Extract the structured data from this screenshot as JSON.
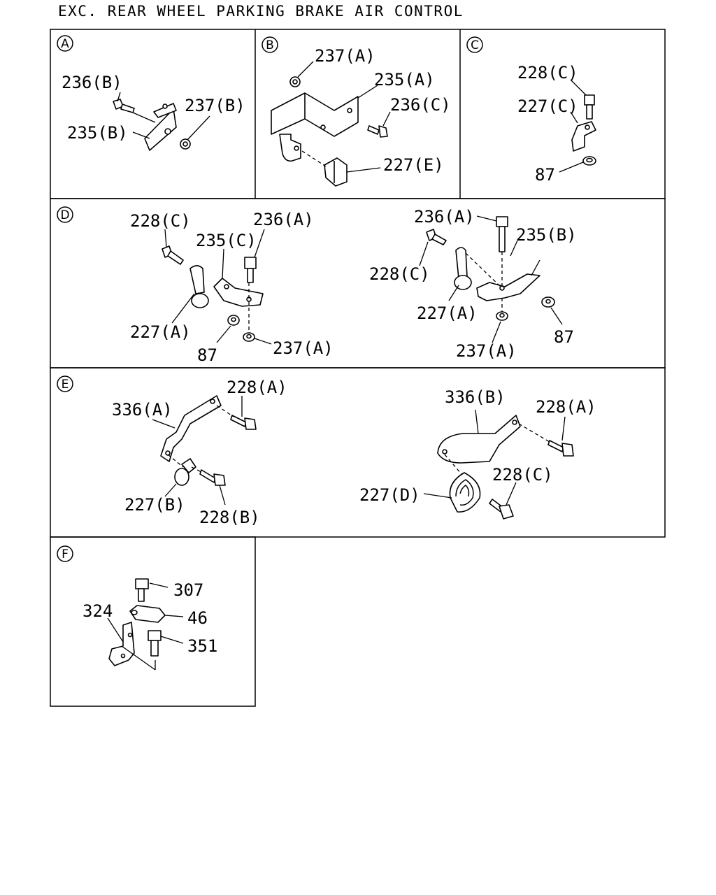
{
  "title": "EXC. REAR WHEEL PARKING BRAKE AIR CONTROL",
  "panels": {
    "A": {
      "letter": "A",
      "labels": {
        "l236b": "236(B)",
        "l237b": "237(B)",
        "l235b": "235(B)"
      }
    },
    "B": {
      "letter": "B",
      "labels": {
        "l237a": "237(A)",
        "l235a": "235(A)",
        "l236c": "236(C)",
        "l227e": "227(E)"
      }
    },
    "C": {
      "letter": "C",
      "labels": {
        "l228c": "228(C)",
        "l227c": "227(C)",
        "l87": "87"
      }
    },
    "D": {
      "letter": "D",
      "left": {
        "l228c": "228(C)",
        "l236a": "236(A)",
        "l235c": "235(C)",
        "l227a": "227(A)",
        "l87": "87",
        "l237a": "237(A)"
      },
      "right": {
        "l236a": "236(A)",
        "l235b": "235(B)",
        "l228c": "228(C)",
        "l227a": "227(A)",
        "l237a": "237(A)",
        "l87": "87"
      }
    },
    "E": {
      "letter": "E",
      "left": {
        "l228a": "228(A)",
        "l336a": "336(A)",
        "l227b": "227(B)",
        "l228b": "228(B)"
      },
      "right": {
        "l336b": "336(B)",
        "l228a": "228(A)",
        "l228c": "228(C)",
        "l227d": "227(D)"
      }
    },
    "F": {
      "letter": "F",
      "labels": {
        "l307": "307",
        "l324": "324",
        "l46": "46",
        "l351": "351"
      }
    }
  }
}
